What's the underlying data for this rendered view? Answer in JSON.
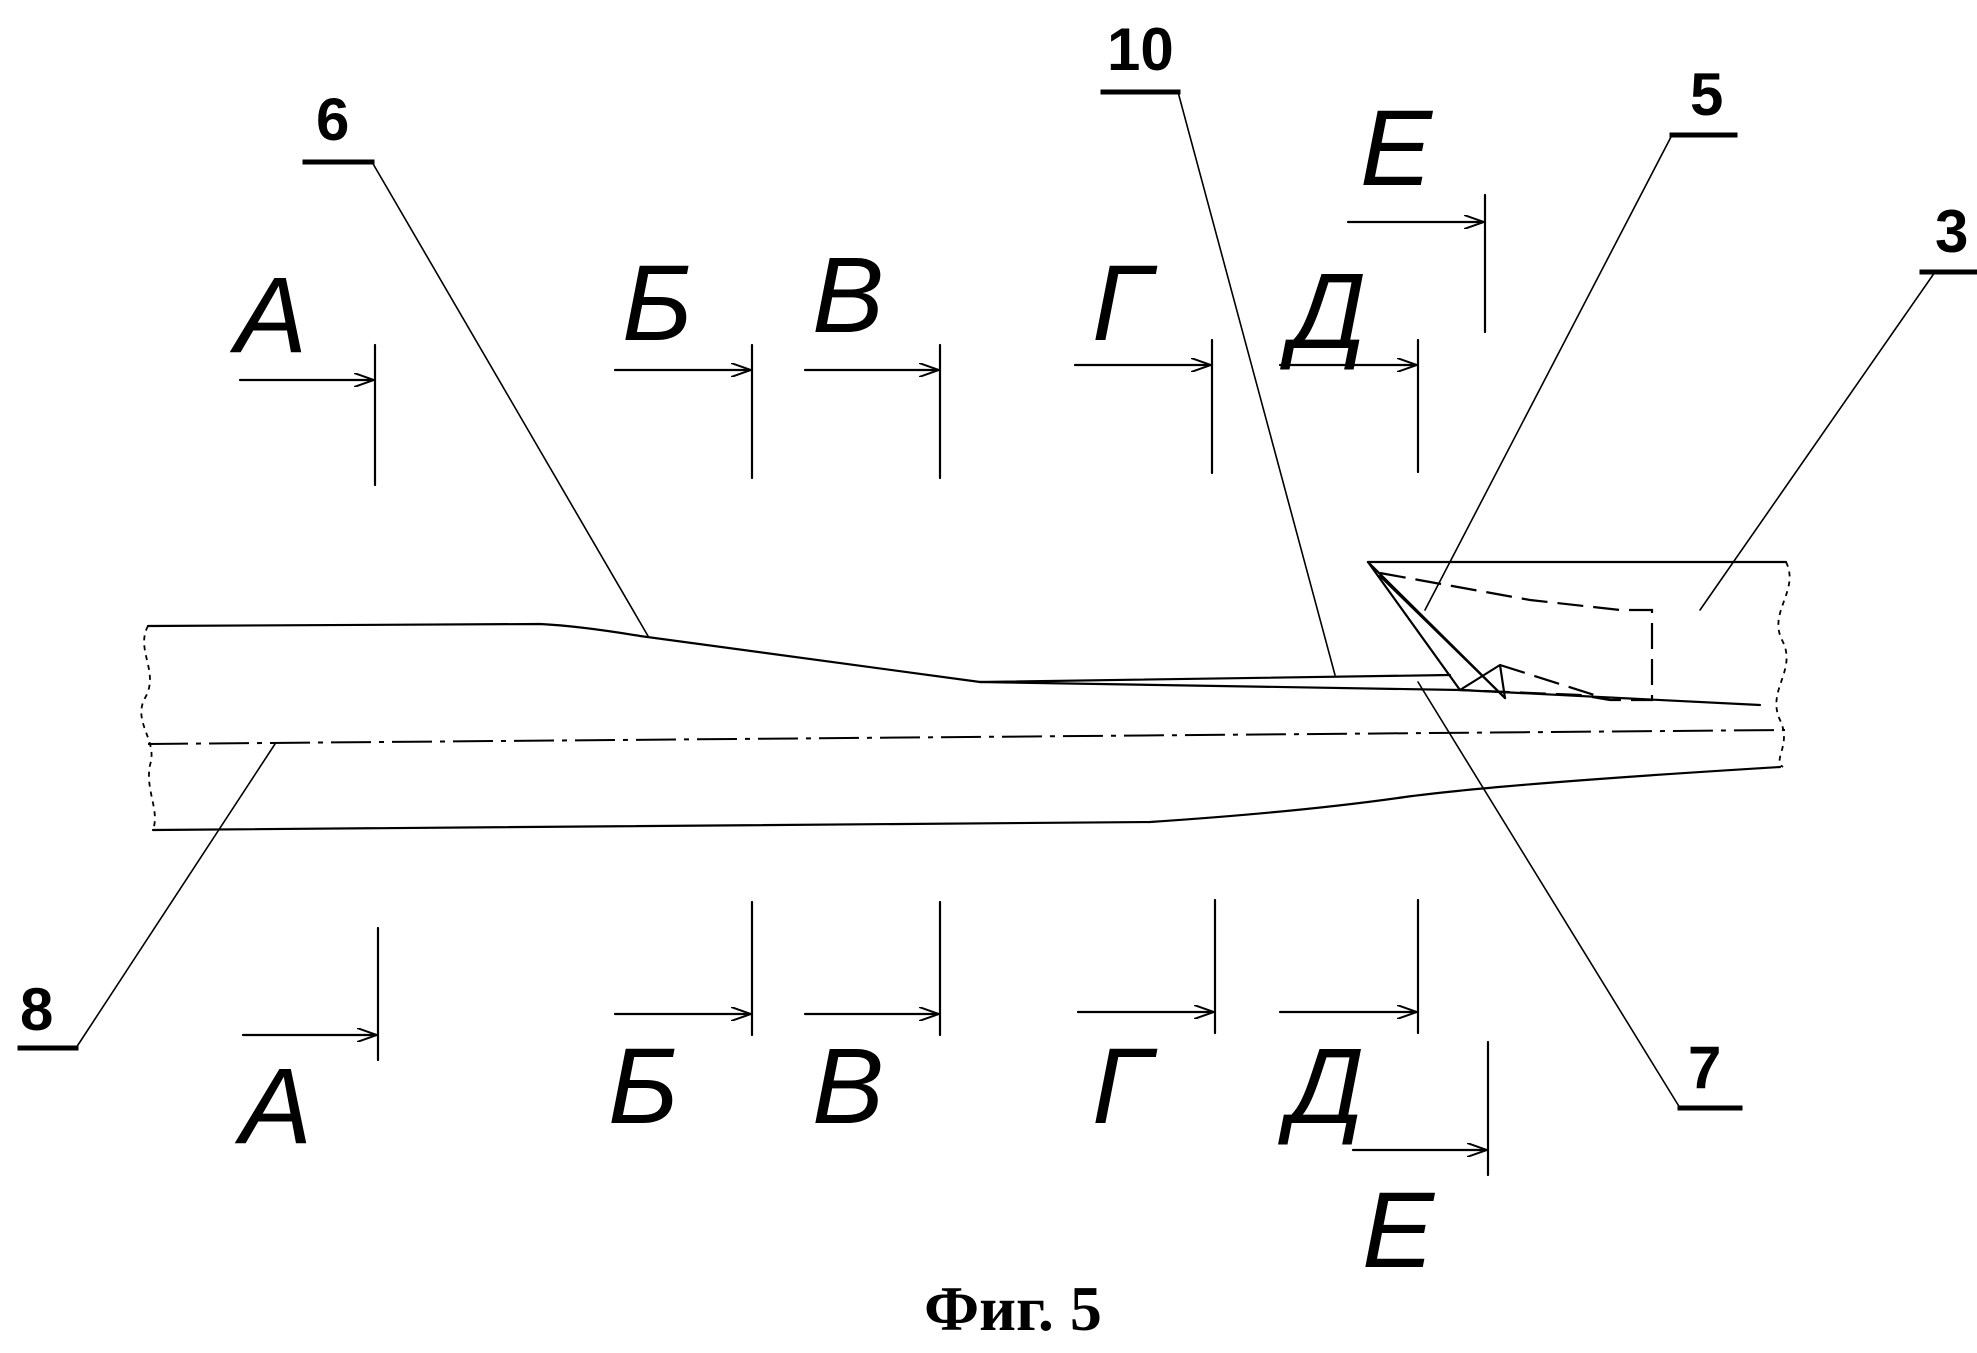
{
  "figure": {
    "caption": "Фиг. 5",
    "callouts": [
      {
        "id": "6",
        "text": "6"
      },
      {
        "id": "10",
        "text": "10"
      },
      {
        "id": "5",
        "text": "5"
      },
      {
        "id": "3",
        "text": "3"
      },
      {
        "id": "8",
        "text": "8"
      },
      {
        "id": "7",
        "text": "7"
      }
    ],
    "sections": [
      {
        "name": "А"
      },
      {
        "name": "Б"
      },
      {
        "name": "В"
      },
      {
        "name": "Г"
      },
      {
        "name": "Д"
      },
      {
        "name": "Е"
      }
    ]
  }
}
